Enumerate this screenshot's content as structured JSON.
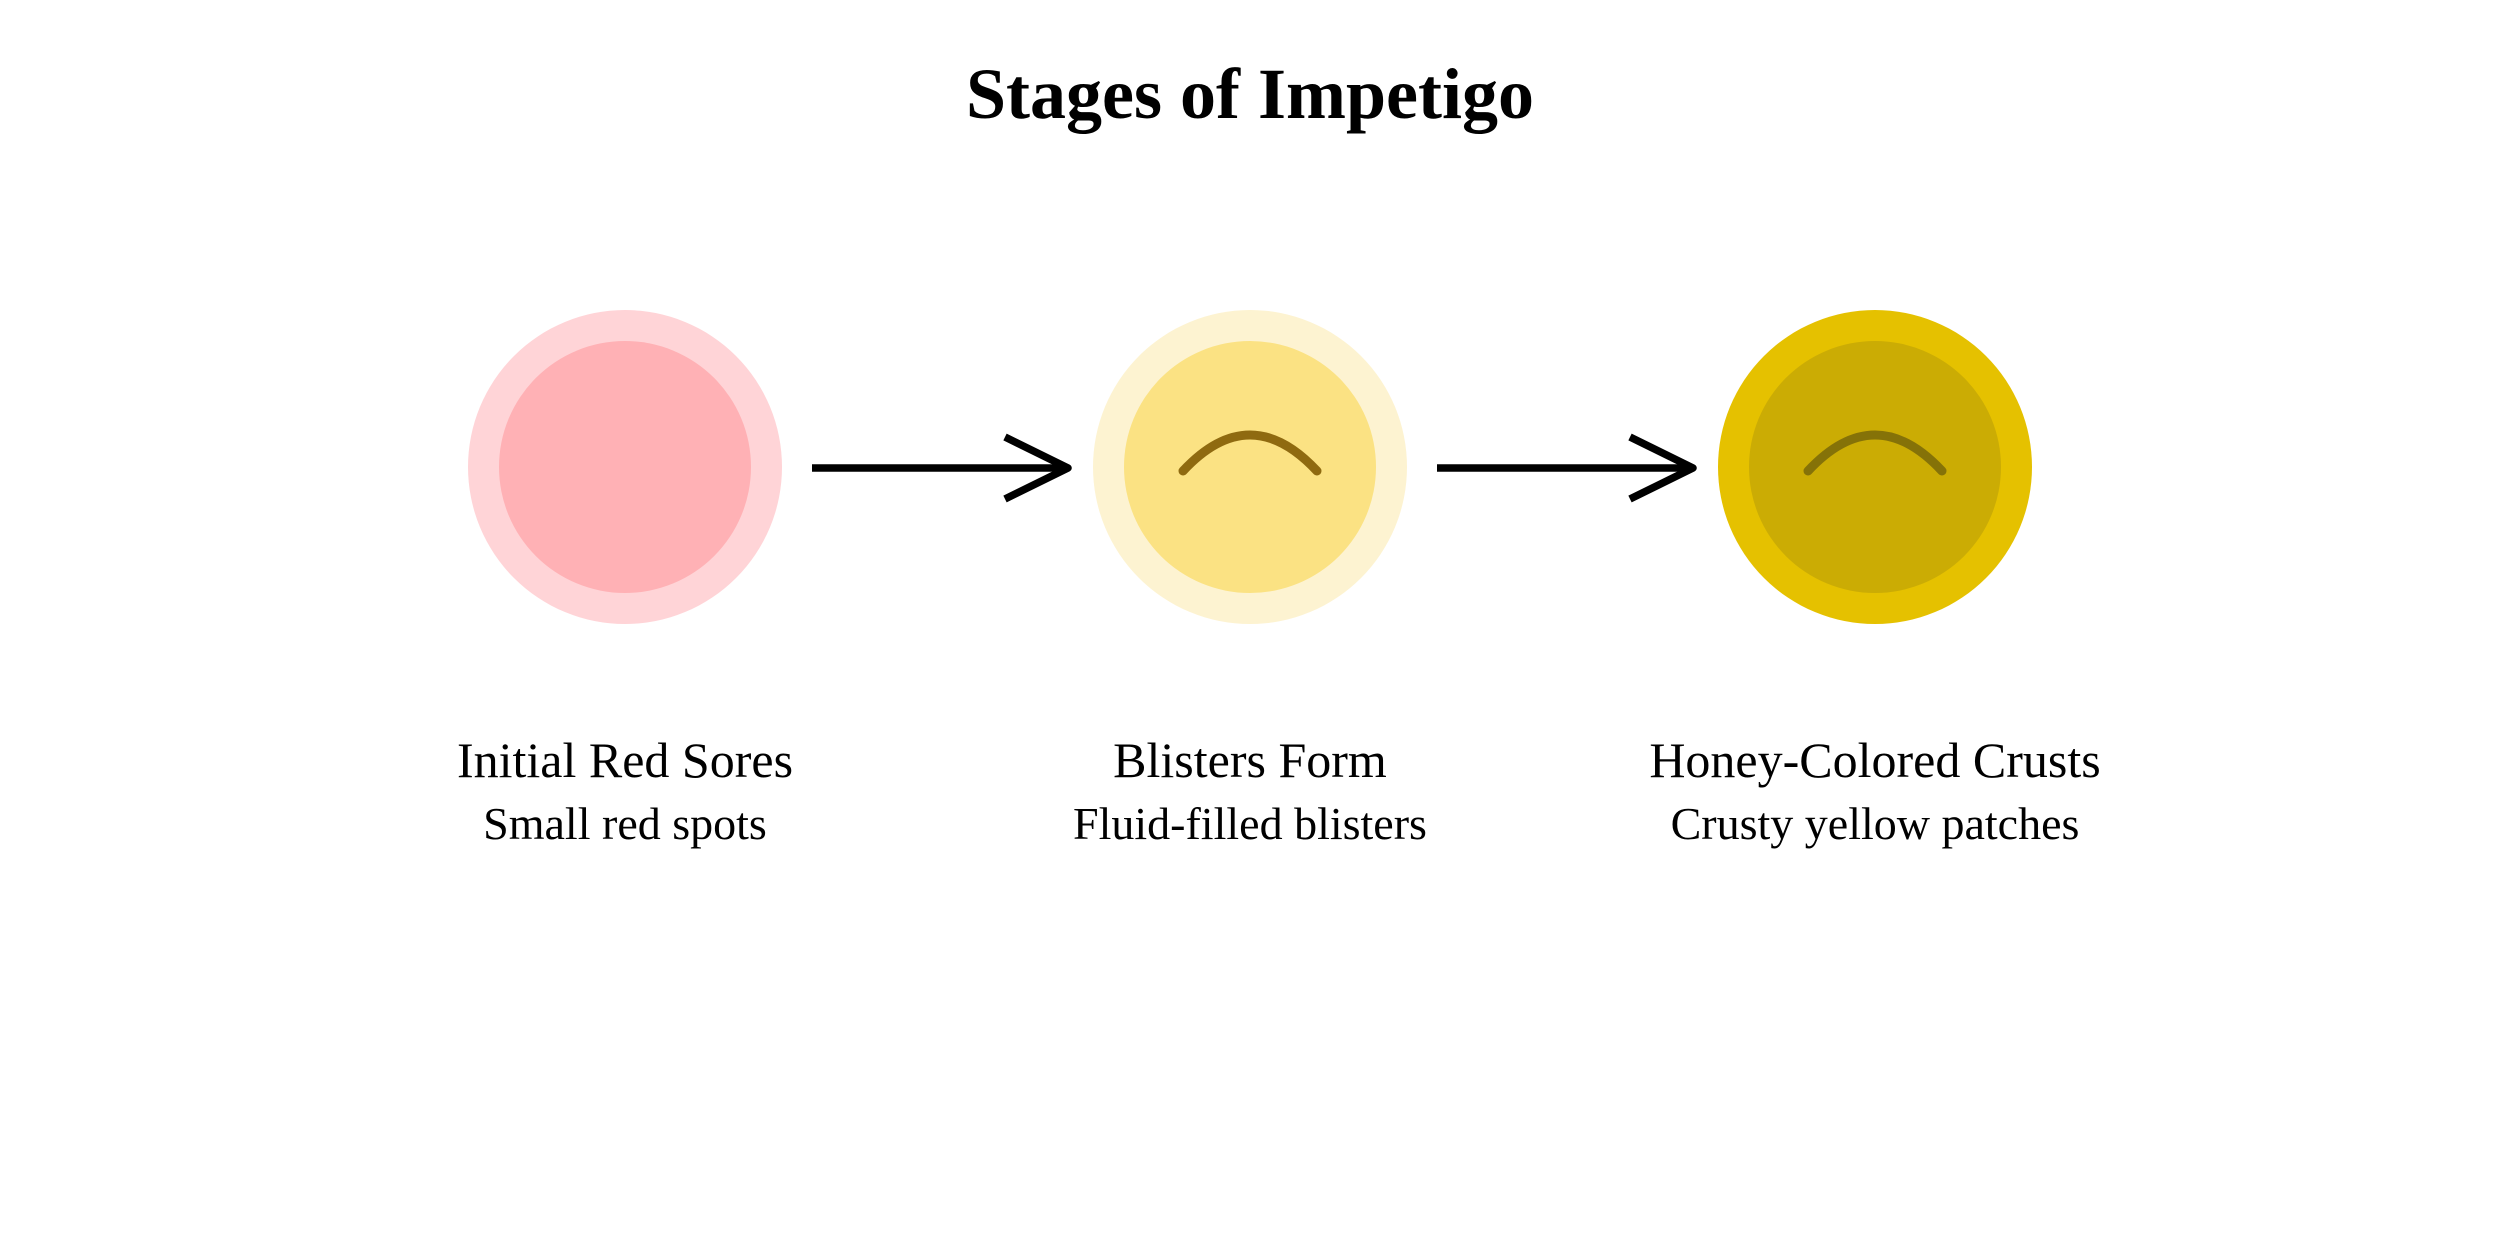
{
  "diagram": {
    "title": "Stages of Impetigo",
    "background_color": "#ffffff",
    "text_color": "#000000",
    "arrow_color": "#000000",
    "stages": [
      {
        "name": "Initial Red Sores",
        "description": "Small red spots",
        "outer_color": "#ffd4d7",
        "inner_color": "#ffb1b5",
        "mark": "none"
      },
      {
        "name": "Blisters Form",
        "description": "Fluid-filled blisters",
        "outer_color": "#fdf3d1",
        "inner_color": "#fbe283",
        "mark": "crust-arc",
        "mark_color": "#8f6a10"
      },
      {
        "name": "Honey-Colored Crusts",
        "description": "Crusty yellow patches",
        "outer_color": "#e5c100",
        "inner_color": "#cbac04",
        "mark": "crust-arc",
        "mark_color": "#857208"
      }
    ]
  }
}
